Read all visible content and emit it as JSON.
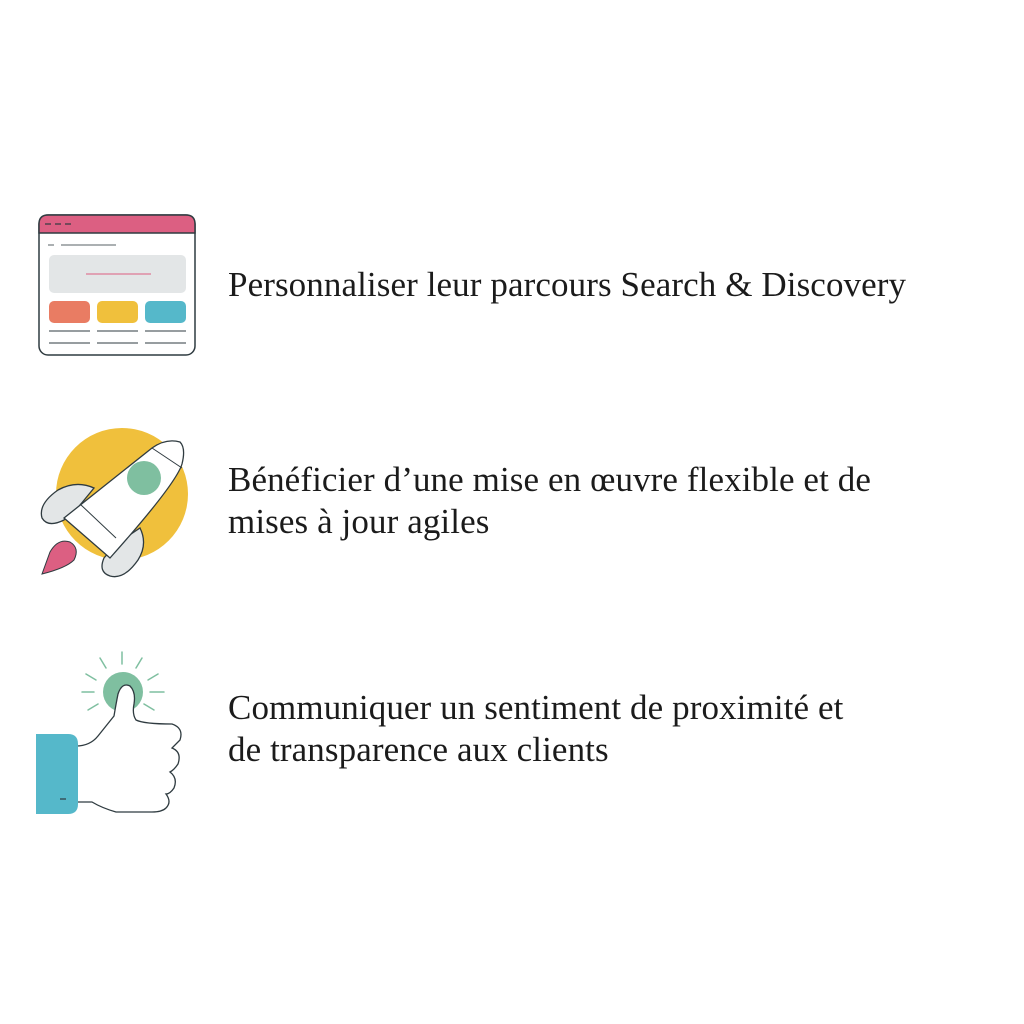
{
  "features": [
    {
      "icon": "browser-window-icon",
      "lines": [
        "Personnaliser leur parcours Search & Discovery"
      ]
    },
    {
      "icon": "rocket-icon",
      "lines": [
        "Bénéficier d’une mise en œuvre flexible et de",
        "mises à jour agiles"
      ]
    },
    {
      "icon": "thumbs-up-icon",
      "lines": [
        "Communiquer un sentiment de proximité et",
        "de transparence aux clients"
      ]
    }
  ],
  "colors": {
    "pink": "#dc5f82",
    "coral": "#e97c63",
    "yellow": "#f0c03c",
    "teal": "#55b8ca",
    "green": "#7fbfa0",
    "light_gray": "#e3e6e7",
    "outline": "#2f3b40",
    "text": "#1b1b1b"
  }
}
